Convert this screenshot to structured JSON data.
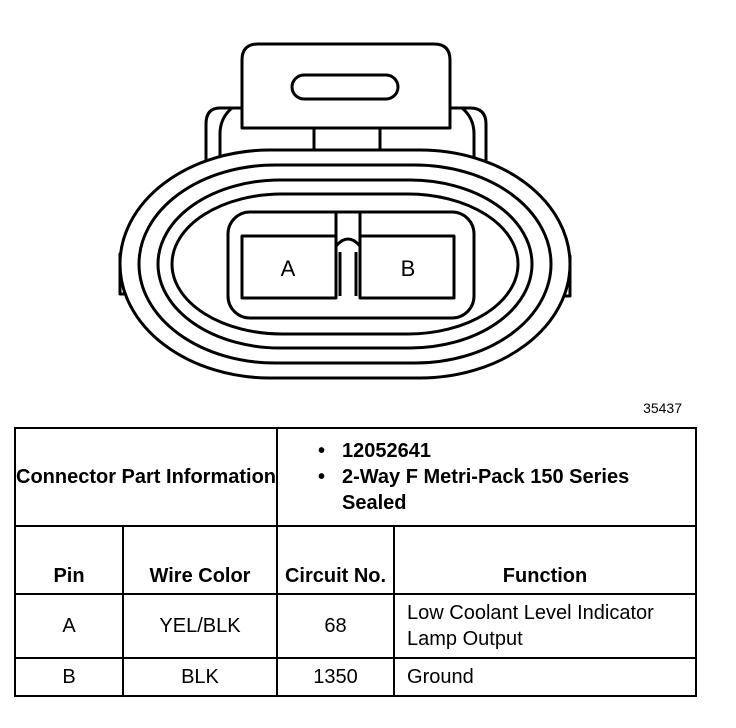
{
  "figure_id": "35437",
  "connector": {
    "pins": [
      {
        "label": "A"
      },
      {
        "label": "B"
      }
    ]
  },
  "part_info": {
    "label": "Connector Part Information",
    "details": [
      "12052641",
      "2-Way F Metri-Pack 150 Series Sealed"
    ]
  },
  "columns": [
    "Pin",
    "Wire Color",
    "Circuit No.",
    "Function"
  ],
  "rows": [
    {
      "pin": "A",
      "wire_color": "YEL/BLK",
      "circuit": "68",
      "function": "Low Coolant Level Indicator Lamp Output"
    },
    {
      "pin": "B",
      "wire_color": "BLK",
      "circuit": "1350",
      "function": "Ground"
    }
  ]
}
